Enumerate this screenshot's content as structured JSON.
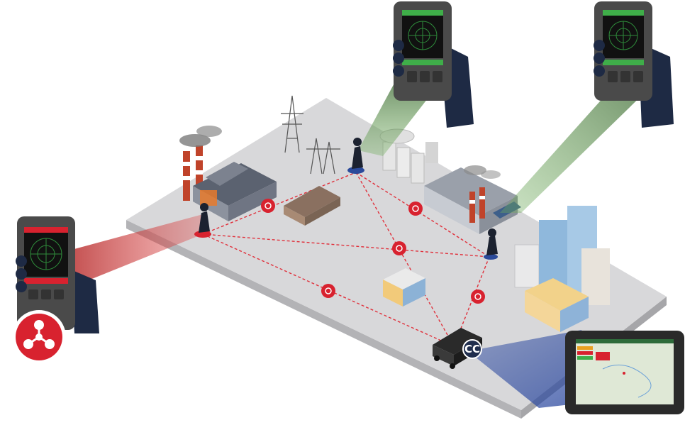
{
  "command_center": {
    "label": "CC",
    "color": "#1f2d4d"
  },
  "colors": {
    "platform_top": "#d7d7d9",
    "platform_side": "#b9b9bc",
    "link_line": "#e0303b",
    "beacon": "#d8222f",
    "hazard_badge": "#d8222f",
    "detector_screen": "#111111",
    "screen_header_green": "#3fae49",
    "screen_header_red": "#d8222f",
    "beam_red": "#c0392b",
    "beam_green": "#6a8f57",
    "beam_blue": "#2d4aa0",
    "hand": "#1e2a44"
  },
  "icons": [
    "hazard-icon",
    "detector-device",
    "tablet-device",
    "signal-beacon-icon",
    "operator-figure",
    "command-vehicle"
  ]
}
